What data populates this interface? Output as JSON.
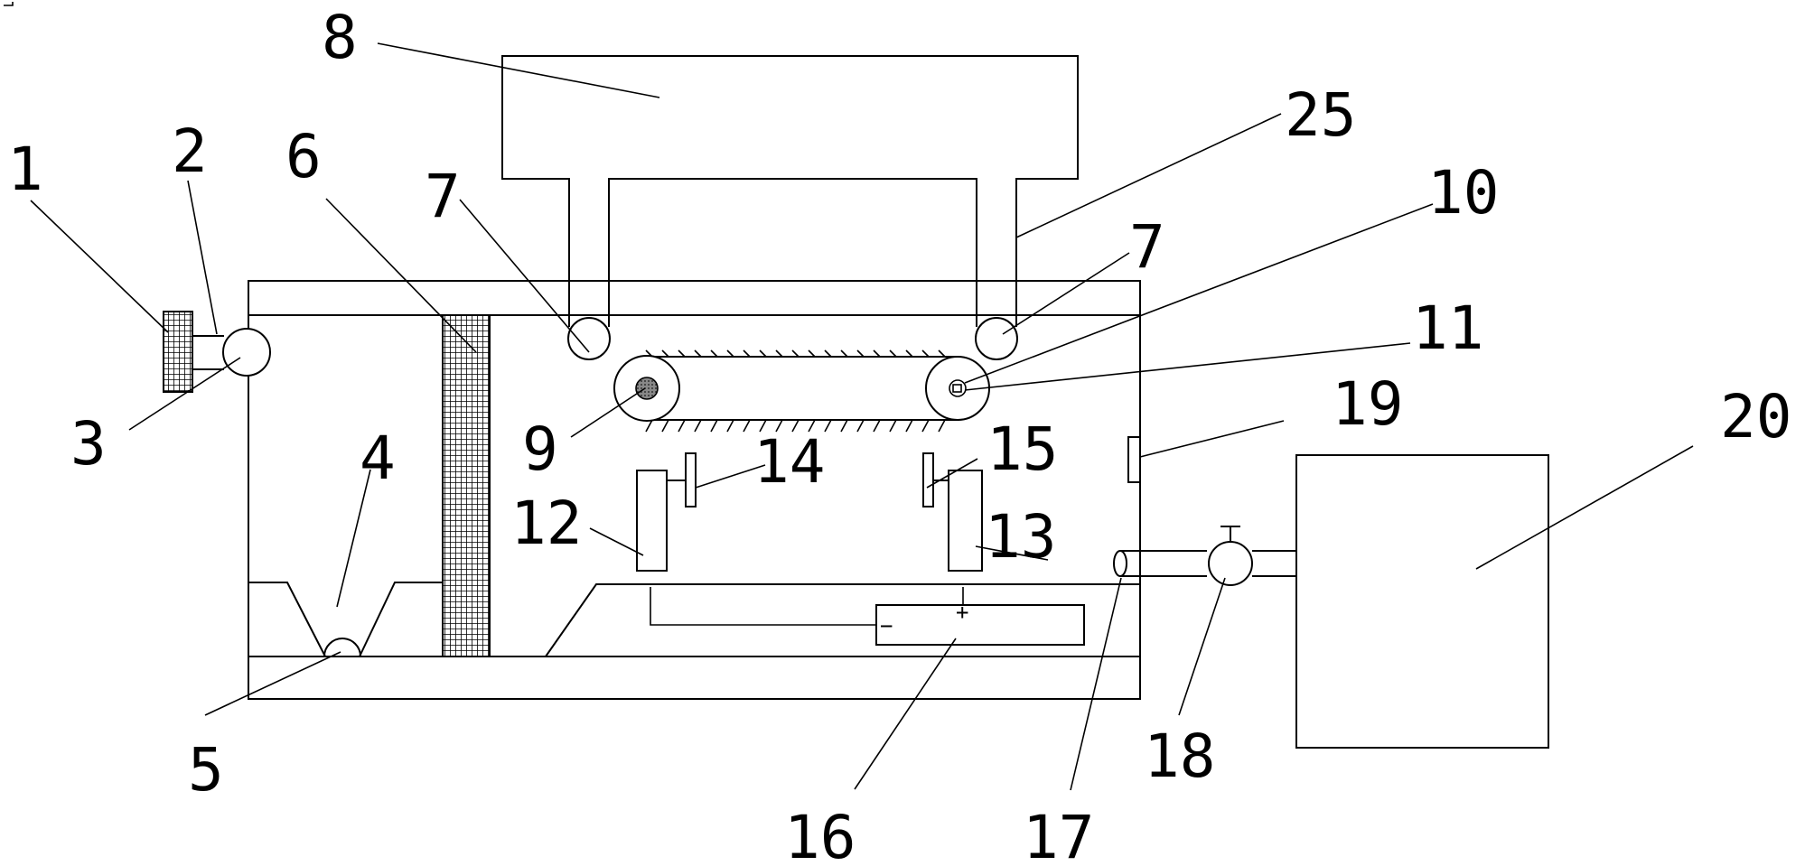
{
  "labels": {
    "l1": "1",
    "l2": "2",
    "l3": "3",
    "l4": "4",
    "l5": "5",
    "l6": "6",
    "l7a": "7",
    "l7b": "7",
    "l8": "8",
    "l9": "9",
    "l10": "10",
    "l11": "11",
    "l12": "12",
    "l13": "13",
    "l14": "14",
    "l15": "15",
    "l16": "16",
    "l17": "17",
    "l18": "18",
    "l19": "19",
    "l20": "20",
    "l25": "25"
  },
  "battery": {
    "negative": "−",
    "positive": "+"
  }
}
